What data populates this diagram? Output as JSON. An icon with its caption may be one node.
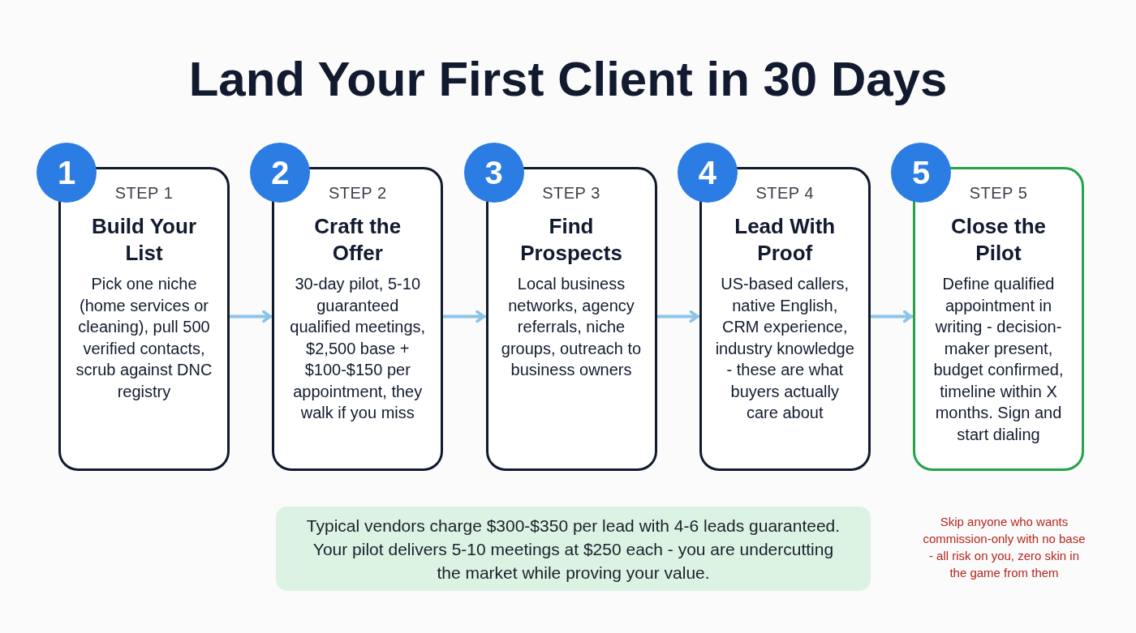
{
  "diagram": {
    "title": "Land Your First Client in 30 Days",
    "nodes": [
      {
        "text": [
          "1"
        ]
      },
      {
        "text": [
          "STEP 1",
          "Build Your List",
          "Pick one niche (home services or cleaning), pull 500 verified contacts, scrub against DNC registry"
        ]
      },
      {
        "text": [
          "2"
        ]
      },
      {
        "text": [
          "STEP 2",
          "Craft the Offer",
          "30-day pilot, 5-10 guaranteed qualified meetings, $2,500 base + $100-$150 per appointment, they walk if you miss"
        ]
      },
      {
        "text": [
          "3"
        ]
      },
      {
        "text": [
          "STEP 3",
          "Find Prospects",
          "Local business networks, agency referrals, niche groups, outreach to business owners"
        ]
      },
      {
        "text": [
          "4"
        ]
      },
      {
        "text": [
          "STEP 4",
          "Lead With Proof",
          "US-based callers, native English, CRM experience, industry knowledge - these are what buyers actually care about"
        ]
      },
      {
        "text": [
          "5"
        ]
      },
      {
        "text": [
          "STEP 5",
          "Close the Pilot",
          "Define qualified appointment in writing - decision-maker present, budget confirmed, timeline within X months. Sign and start dialing"
        ]
      },
      {
        "text": [
          "Typical vendors charge $300-$350 per lead with 4-6 leads guaranteed. Your pilot delivers 5-10 meetings at $250 each - you are undercutting the market while proving your value."
        ]
      }
    ],
    "edges": [
      {
        "from": 1,
        "to": 3,
        "arrow": "to"
      },
      {
        "from": 3,
        "to": 5,
        "arrow": "to"
      },
      {
        "from": 5,
        "to": 7,
        "arrow": "to"
      },
      {
        "from": 7,
        "to": 9,
        "arrow": "to"
      }
    ],
    "labels": [
      "Skip anyone who wants commission-only with no base - all risk on you, zero skin in the game from them"
    ]
  }
}
